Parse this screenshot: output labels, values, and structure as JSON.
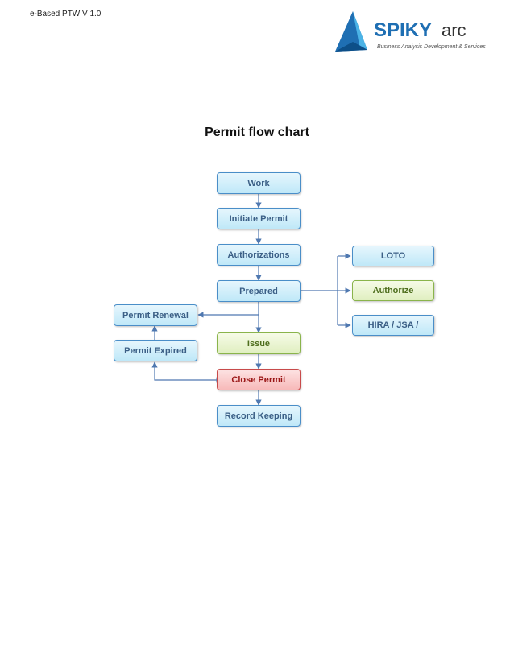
{
  "header": {
    "version_text": "e-Based PTW V 1.0"
  },
  "logo": {
    "brand": "SPIKY arc",
    "tagline": "Business Analysis Development & Services"
  },
  "title": "Permit flow chart",
  "nodes": {
    "work": "Work",
    "initiate_permit": "Initiate Permit",
    "authorizations": "Authorizations",
    "prepared": "Prepared",
    "issue": "Issue",
    "close_permit": "Close Permit",
    "record_keeping": "Record Keeping",
    "permit_renewal": "Permit Renewal",
    "permit_expired": "Permit Expired",
    "loto": "LOTO",
    "authorize": "Authorize",
    "hira_jsa": "HIRA / JSA /"
  },
  "colors": {
    "main_blue": "#bfe8f8",
    "green": "#e0efc0",
    "red": "#f7b9b9",
    "connector": "#4f78b0"
  }
}
